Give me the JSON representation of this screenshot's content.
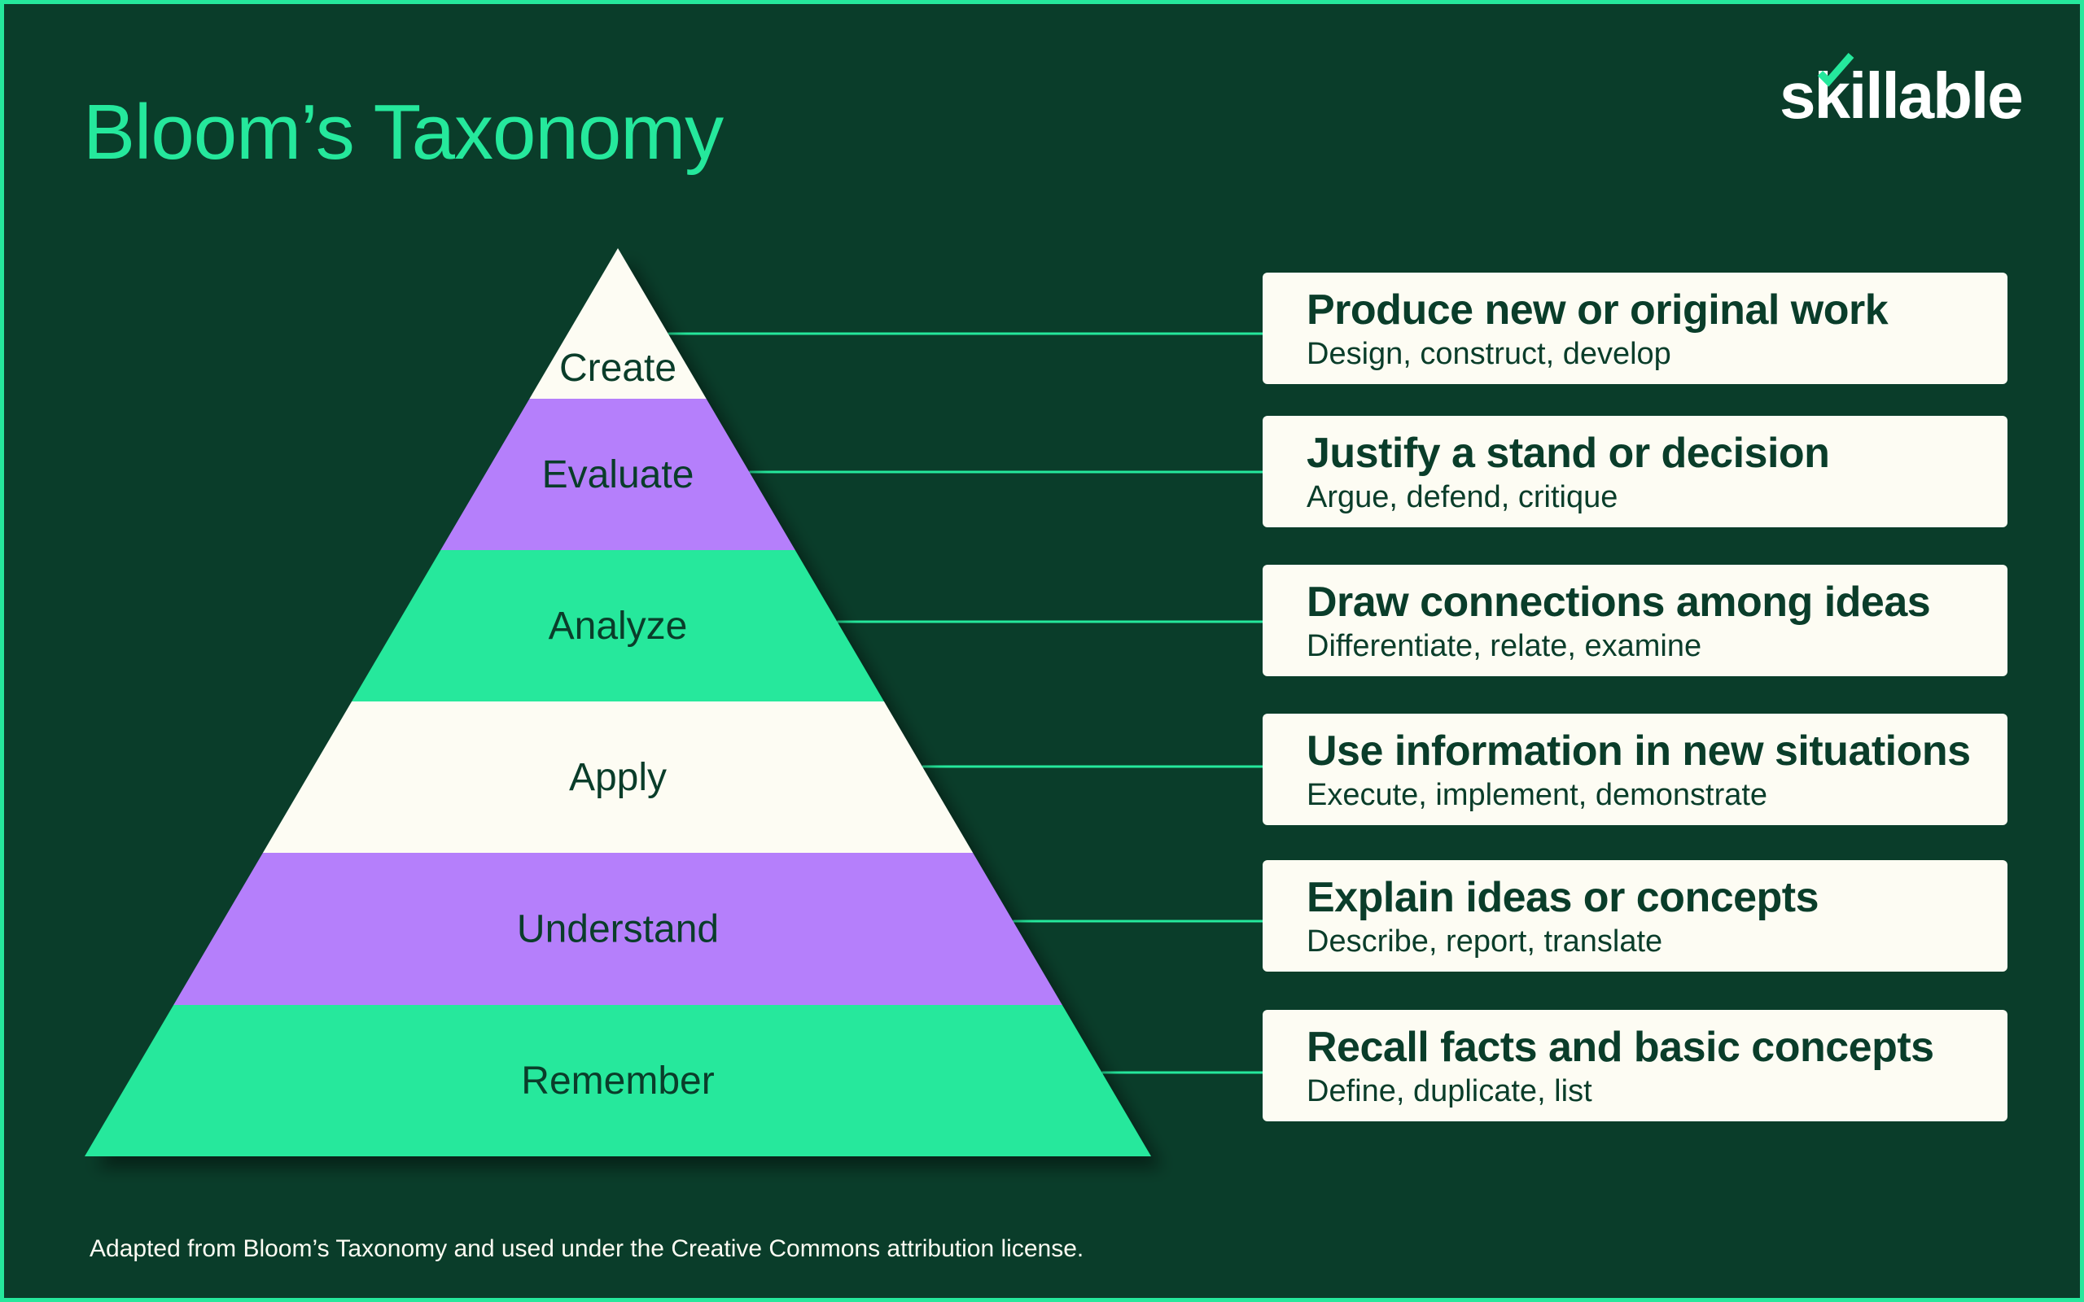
{
  "title": "Bloom’s Taxonomy",
  "logo": {
    "text": "skillable",
    "icon": "checkmark-icon"
  },
  "colors": {
    "background": "#0a3d2a",
    "accent": "#25e89c",
    "purple": "#b57ffb",
    "cream": "#fdfcf3"
  },
  "levels": [
    {
      "name": "Create",
      "heading": "Produce new or original work",
      "verbs": "Design, construct, develop",
      "color": "#fdfcf3"
    },
    {
      "name": "Evaluate",
      "heading": "Justify a stand or decision",
      "verbs": "Argue, defend, critique",
      "color": "#b57ffb"
    },
    {
      "name": "Analyze",
      "heading": "Draw connections among ideas",
      "verbs": "Differentiate, relate, examine",
      "color": "#25e89c"
    },
    {
      "name": "Apply",
      "heading": "Use information in new situations",
      "verbs": "Execute, implement, demonstrate",
      "color": "#fdfcf3"
    },
    {
      "name": "Understand",
      "heading": "Explain ideas or concepts",
      "verbs": "Describe, report, translate",
      "color": "#b57ffb"
    },
    {
      "name": "Remember",
      "heading": "Recall facts and basic concepts",
      "verbs": "Define, duplicate, list",
      "color": "#25e89c"
    }
  ],
  "footer": "Adapted from Bloom’s Taxonomy and used under the Creative Commons attribution license."
}
